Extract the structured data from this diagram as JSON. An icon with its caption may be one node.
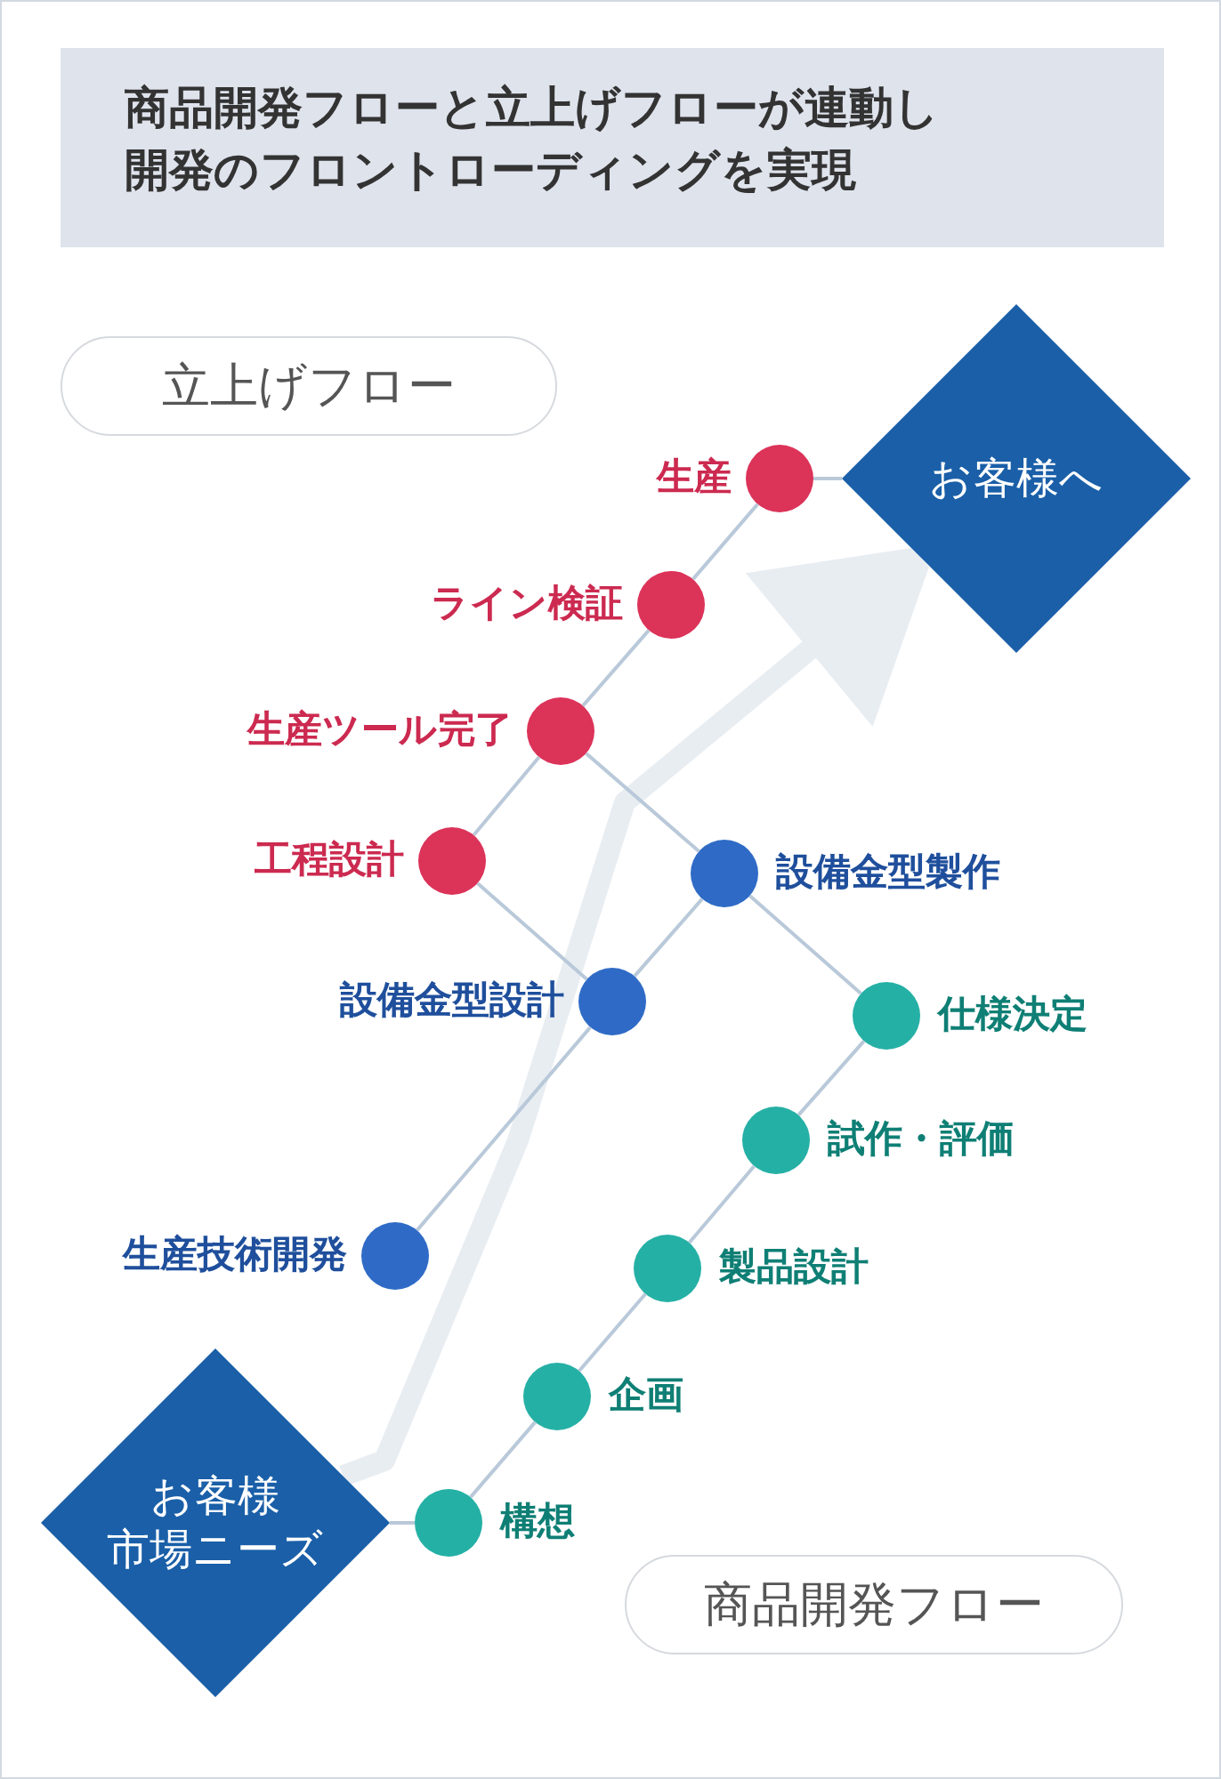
{
  "diagram": {
    "title": "商品開発フローと立上げフローが連動し開発のフロントローディングを実現",
    "nodes": [
      {
        "text": [
          "立上げフロー"
        ]
      },
      {
        "text": [
          "お客様へ"
        ]
      },
      {
        "text": [],
        "shape": "circle",
        "beside": [
          "生産"
        ]
      },
      {
        "text": [],
        "shape": "circle",
        "beside": [
          "ライン検証"
        ]
      },
      {
        "text": [],
        "shape": "circle",
        "beside": [
          "生産ツール完了"
        ]
      },
      {
        "text": [],
        "shape": "circle",
        "beside": [
          "工程設計"
        ]
      },
      {
        "text": [],
        "shape": "circle",
        "beside": [
          "設備金型製作"
        ]
      },
      {
        "text": [],
        "shape": "circle",
        "beside": [
          "設備金型設計"
        ]
      },
      {
        "text": [],
        "shape": "circle",
        "beside": [
          "仕様決定"
        ]
      },
      {
        "text": [],
        "shape": "circle",
        "beside": [
          "試作・評価"
        ]
      },
      {
        "text": [],
        "shape": "circle",
        "beside": [
          "製品設計"
        ]
      },
      {
        "text": [],
        "shape": "circle",
        "beside": [
          "生産技術開発"
        ]
      },
      {
        "text": [],
        "shape": "circle",
        "beside": [
          "企画"
        ]
      },
      {
        "text": [
          "お客様",
          "市場ニーズ"
        ]
      },
      {
        "text": [],
        "shape": "circle",
        "beside": [
          "構想"
        ]
      },
      {
        "text": [
          "商品開発フロー"
        ]
      }
    ],
    "edges": [
      {
        "from": 13,
        "to": 1,
        "arrow": "to",
        "style": "thick",
        "color": "#e8edf2"
      },
      {
        "from": 5,
        "to": 4,
        "arrow": "none"
      },
      {
        "from": 4,
        "to": 3,
        "arrow": "none"
      },
      {
        "from": 3,
        "to": 2,
        "arrow": "none"
      },
      {
        "from": 2,
        "to": 1,
        "arrow": "none"
      },
      {
        "from": 11,
        "to": 7,
        "arrow": "none"
      },
      {
        "from": 7,
        "to": 6,
        "arrow": "none"
      },
      {
        "from": 5,
        "to": 7,
        "arrow": "none"
      },
      {
        "from": 4,
        "to": 6,
        "arrow": "none"
      },
      {
        "from": 6,
        "to": 8,
        "arrow": "none"
      },
      {
        "from": 13,
        "to": 14,
        "arrow": "none"
      },
      {
        "from": 14,
        "to": 12,
        "arrow": "none"
      },
      {
        "from": 12,
        "to": 10,
        "arrow": "none"
      },
      {
        "from": 10,
        "to": 9,
        "arrow": "none"
      },
      {
        "from": 9,
        "to": 8,
        "arrow": "none"
      }
    ]
  }
}
